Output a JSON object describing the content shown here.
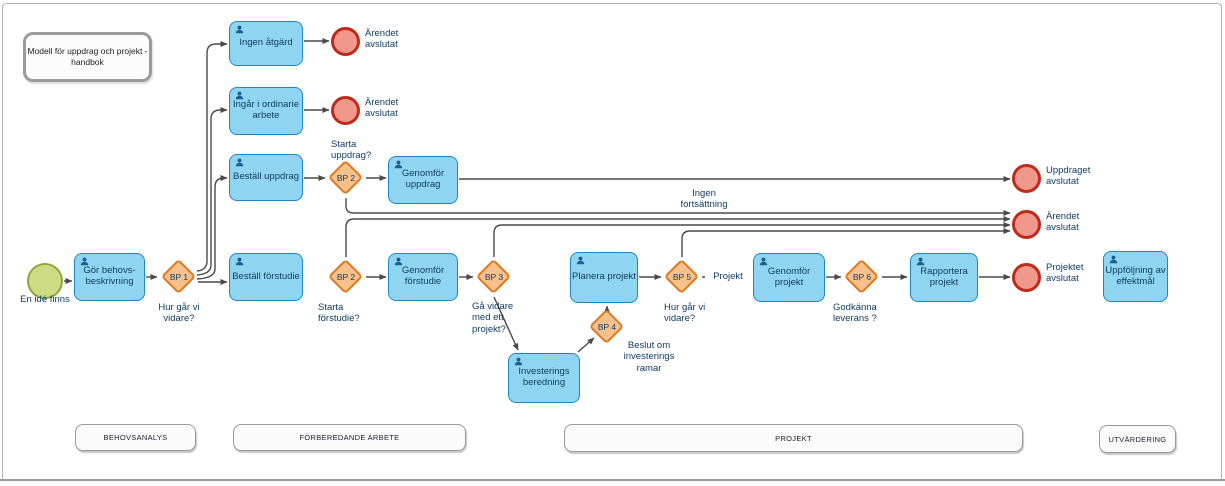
{
  "colors": {
    "task-fill": "#8fd5f1",
    "task-border": "#1b87c6",
    "node-text": "#123c63",
    "gateway-fill": "#f8c18b",
    "gateway-border": "#de7c26",
    "start-fill": "#cddc83",
    "start-border": "#93a43d",
    "end-fill": "#f0988b",
    "end-border": "#bf2a1a",
    "connector": "#4a4a4a",
    "person-color": "#1c5e8f"
  },
  "annotation": {
    "text": "Modell för uppdrag och projekt -\nhandbok"
  },
  "tasks": {
    "ingen_atgard": {
      "label": "Ingen åtgärd"
    },
    "ingar_ordinarie": {
      "label": "Ingår i ordinarie\narbete"
    },
    "bestall_uppdrag": {
      "label": "Beställ uppdrag"
    },
    "gor_behovsbeskrivning": {
      "label": "Gör behovs-\nbeskrivning"
    },
    "bestall_forstudie": {
      "label": "Beställ förstudie"
    },
    "genomfor_uppdrag": {
      "label": "Genomför\nuppdrag"
    },
    "genomfor_forstudie": {
      "label": "Genomför\nförstudie"
    },
    "investeringsberedning": {
      "label": "Investerings\nberedning"
    },
    "planera_projekt": {
      "label": "Planera projekt"
    },
    "genomfor_projekt": {
      "label": "Genomför projekt"
    },
    "rapportera_projekt": {
      "label": "Rapportera\nprojekt"
    },
    "uppfoljning_effektmal": {
      "label": "Uppföljning av\neffektmål"
    }
  },
  "gateways": {
    "bp1": {
      "label": "BP 1"
    },
    "bp2_uppdrag": {
      "label": "BP 2"
    },
    "bp2_forstudie": {
      "label": "BP 2"
    },
    "bp3": {
      "label": "BP 3"
    },
    "bp4": {
      "label": "BP 4"
    },
    "bp5": {
      "label": "BP 5"
    },
    "bp6": {
      "label": "BP 6"
    }
  },
  "events": {
    "start": {
      "label": "En idé finns"
    },
    "arendet_avslutat_1": {
      "label": "Ärendet\navslutat"
    },
    "arendet_avslutat_2": {
      "label": "Ärendet\navslutat"
    },
    "uppdraget_avslutat": {
      "label": "Uppdraget\navslutat"
    },
    "arendet_avslutat_3": {
      "label": "Ärendet\navslutat"
    },
    "projektet_avslutat": {
      "label": "Projektet\navslutat"
    }
  },
  "edge_labels": {
    "hur_gar_vi_1": "Hur går vi\nvidare?",
    "starta_uppdrag": "Starta\nuppdrag?",
    "starta_forstudie": "Starta\nförstudie?",
    "ga_vidare": "Gå vidare\nmed ett\nprojekt?",
    "beslut_om": "Beslut om\ninvesterings\nramar",
    "hur_gar_vi_2": "Hur går vi\nvidare?",
    "projekt": "Projekt",
    "godkanna_leverans": "Godkänna\nleverans ?",
    "ingen_fortsattning": "Ingen\nfortsättning"
  },
  "lanes": {
    "behovsanalys": {
      "label": "BEHOVSANALYS"
    },
    "forberedande_arbete": {
      "label": "FÖRBEREDANDE ARBETE"
    },
    "projekt": {
      "label": "PROJEKT"
    },
    "utvardering": {
      "label": "UTVÄRDERING"
    }
  }
}
